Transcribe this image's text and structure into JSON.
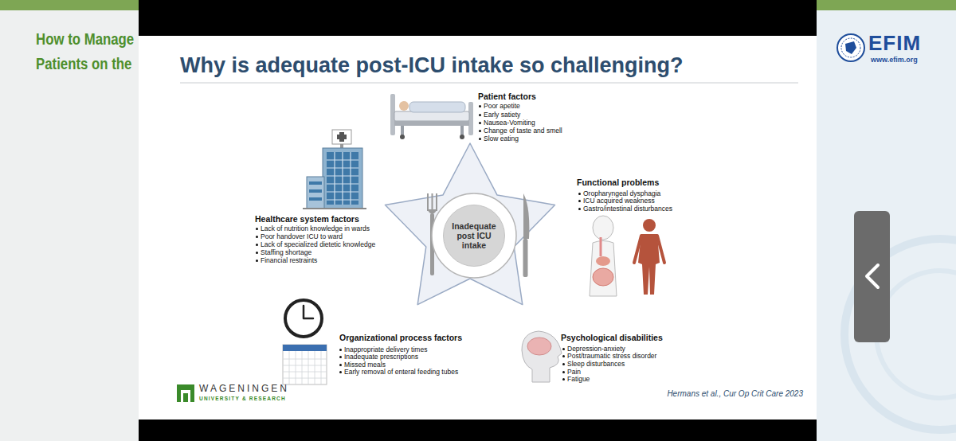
{
  "diagram": {
    "title": "Why is adequate post-ICU intake so challenging?",
    "caption": "Hermans et al., Cur Op Crit Care 2023",
    "nodes": [
      {
        "text": [
          "Inadequate post ICU intake"
        ]
      }
    ],
    "labels": [
      "How to Manage",
      "Patients on the",
      "EFIM",
      "www.efim.org",
      "Patient factors",
      "Poor apetite",
      "Early satiety",
      "Nausea-Vomiting",
      "Change of taste and smell",
      "Slow eating",
      "Functional problems",
      "Oropharyngeal dysphagia",
      "ICU acquired weakness",
      "Gastro/intestinal disturbances",
      "Healthcare system factors",
      "Lack of nutrition knowledge in wards",
      "Poor handover ICU to ward",
      "Lack of specialized dietetic knowledge",
      "Staffing shortage",
      "Financial restraints",
      "Organizational process factors",
      "Inappropriate delivery times",
      "Inadequate prescriptions",
      "Missed meals",
      "Early removal of enteral feeding tubes",
      "Psychological disabilities",
      "Depression-anxiety",
      "Post/traumatic stress disorder",
      "Sleep disturbances",
      "Pain",
      "Fatigue",
      "WAGENINGEN",
      "UNIVERSITY & RESEARCH"
    ]
  }
}
